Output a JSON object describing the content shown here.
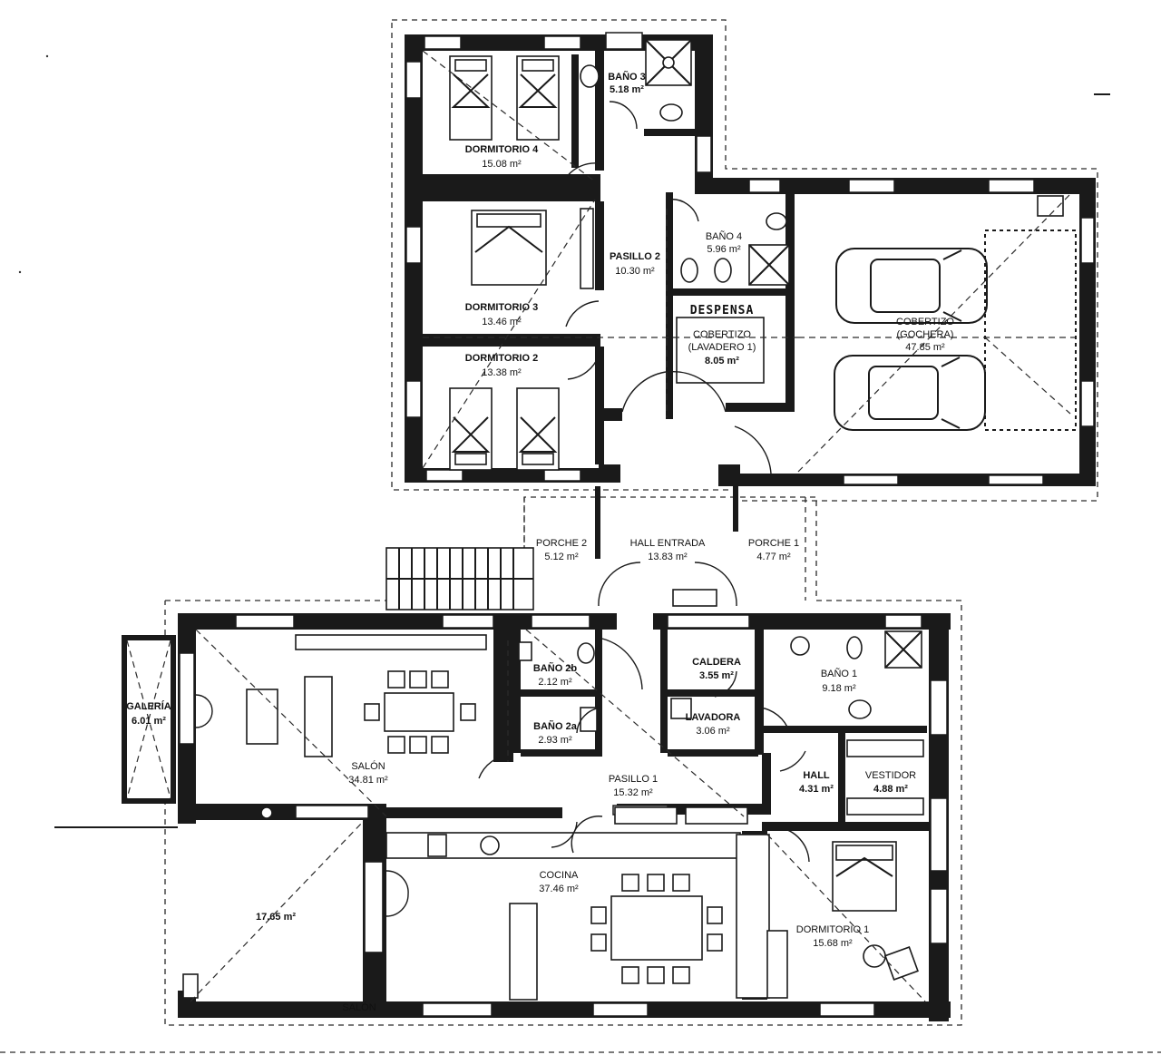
{
  "rooms": {
    "bano3": {
      "name": "BAÑO 3",
      "area": "5.18 m²"
    },
    "dorm4": {
      "name": "DORMITORIO 4",
      "area": "15.08 m²"
    },
    "bano4": {
      "name": "BAÑO 4",
      "area": "5.96 m²"
    },
    "pasillo2": {
      "name": "PASILLO 2",
      "area": "10.30 m²"
    },
    "dorm3": {
      "name": "DORMITORIO 3",
      "area": "13.46 m²"
    },
    "despensa": {
      "name": "DESPENSA"
    },
    "cobertizo": {
      "name": "COBERTIZO",
      "sub": "(LAVADERO 1)",
      "area": "8.05 m²"
    },
    "cobertizo_garage": {
      "name": "COBERTIZO",
      "sub": "(GOCHERA)",
      "area": "47.85 m²"
    },
    "dorm2": {
      "name": "DORMITORIO 2",
      "area": "13.38 m²"
    },
    "porche2": {
      "name": "PORCHE 2",
      "area": "5.12 m²"
    },
    "hall_entrada": {
      "name": "HALL ENTRADA",
      "area": "13.83 m²"
    },
    "porche1": {
      "name": "PORCHE 1",
      "area": "4.77 m²"
    },
    "bano2b": {
      "name": "BAÑO 2b",
      "area": "2.12 m²"
    },
    "caldera": {
      "name": "CALDERA",
      "area": "3.55 m²"
    },
    "bano1": {
      "name": "BAÑO 1",
      "area": "9.18 m²"
    },
    "galeria": {
      "name": "GALERÍA",
      "area": "6.01 m²"
    },
    "bano2a": {
      "name": "BAÑO 2a",
      "area": "2.93 m²"
    },
    "lavadora": {
      "name": "LAVADORA",
      "area": "3.06 m²"
    },
    "salon": {
      "name": "SALÓN",
      "area": "34.81 m²"
    },
    "pasillo1": {
      "name": "PASILLO 1",
      "area": "15.32 m²"
    },
    "hall": {
      "name": "HALL",
      "area": "4.31 m²"
    },
    "vestidor": {
      "name": "VESTIDOR",
      "area": "4.88 m²"
    },
    "patio": {
      "area": "17.65 m²"
    },
    "cocina": {
      "name": "COCINA",
      "area": "37.46 m²"
    },
    "dorm1": {
      "name": "DORMITORIO 1",
      "area": "15.68 m²"
    },
    "salon_bottom": {
      "name": "SALÓN"
    }
  }
}
